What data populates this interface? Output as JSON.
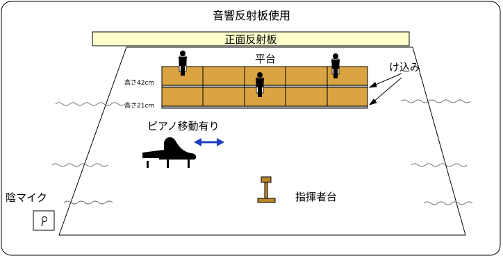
{
  "title": "音響反射板使用",
  "reflector_label": "正面反射板",
  "platform_label": "平台",
  "kick_label": "け込み",
  "height_upper": "高さ42cm",
  "height_lower": "高さ21cm",
  "piano_label": "ピアノ移動有り",
  "conductor_label": "指揮者台",
  "mic_label": "陰マイク",
  "colors": {
    "platform": "#d9a441",
    "reflector": "#ffffcc",
    "arrow": "#1f3fbf",
    "podium": "#b8862b"
  }
}
